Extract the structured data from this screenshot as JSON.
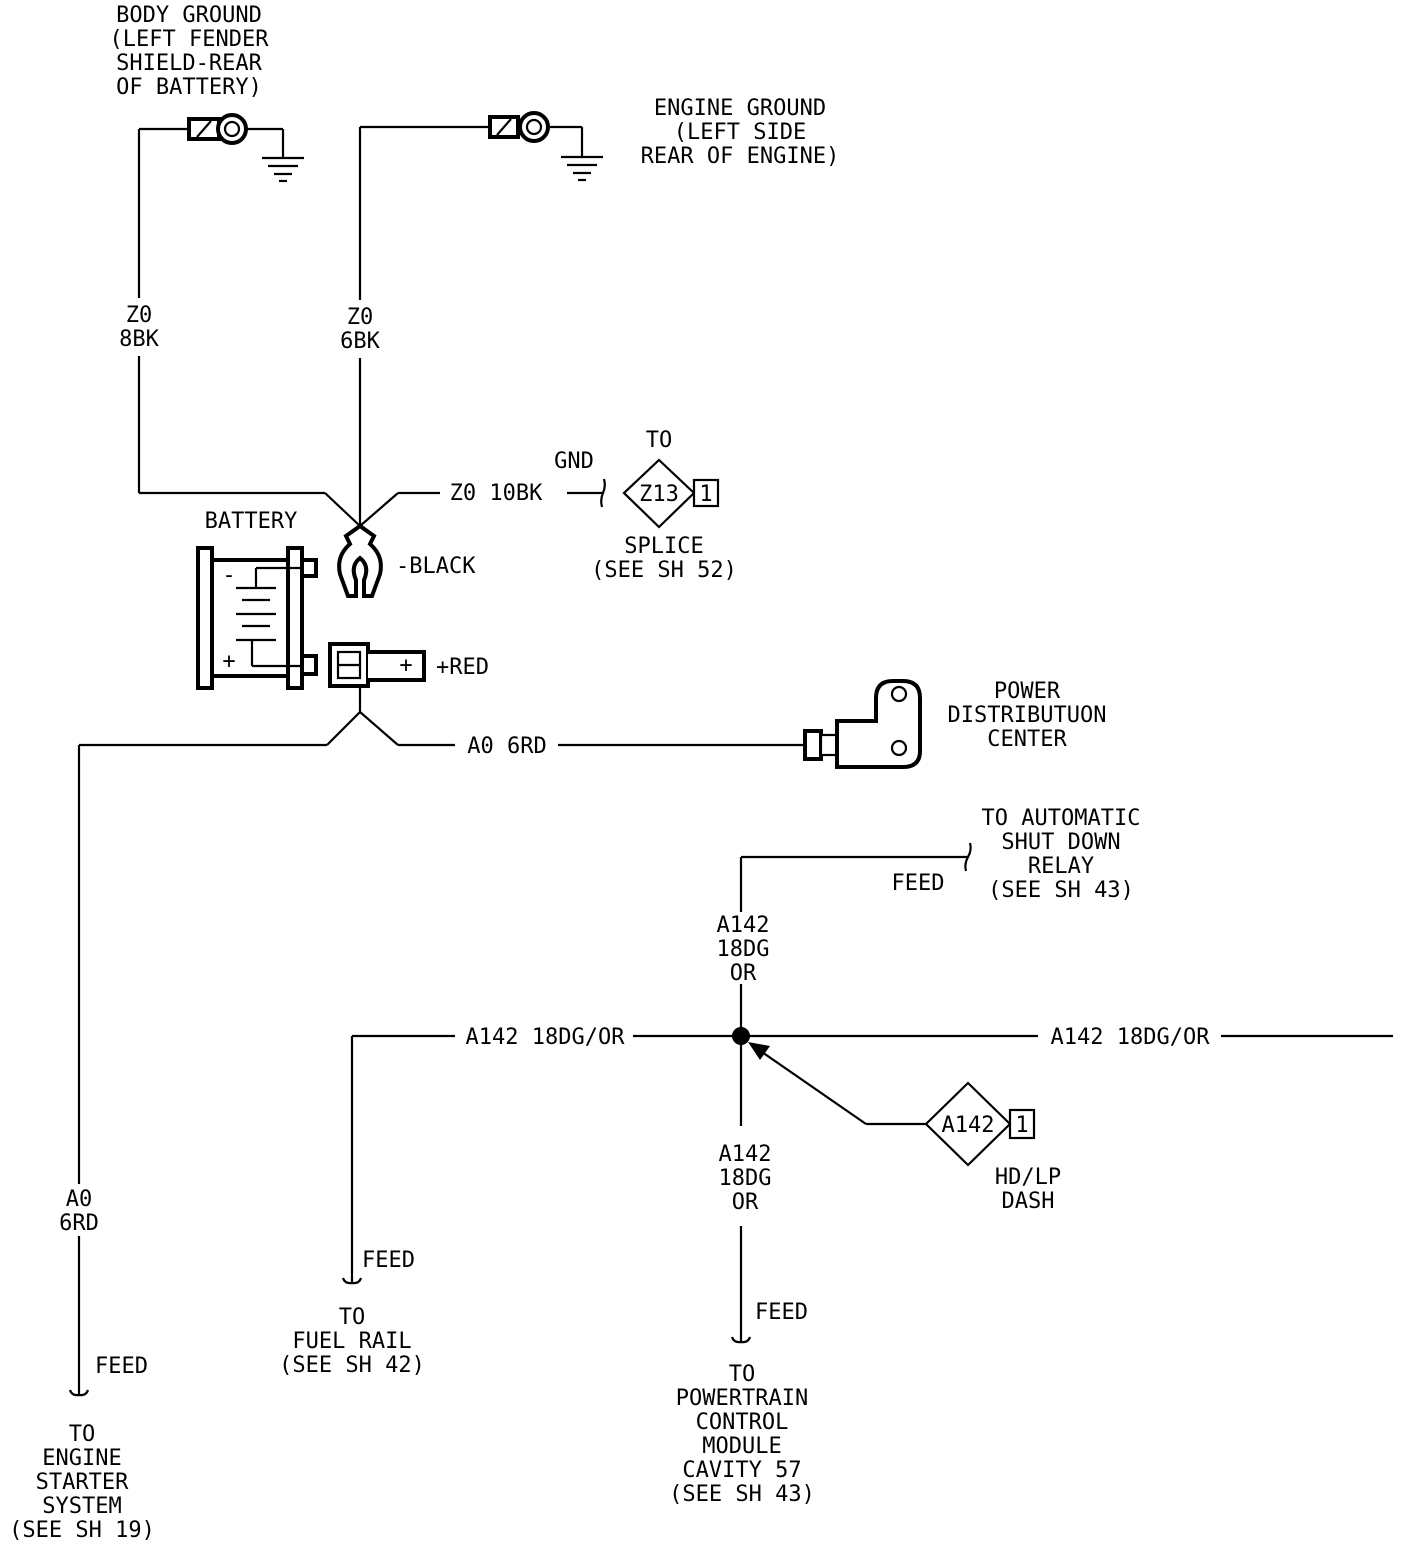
{
  "body_ground": {
    "line1": "BODY GROUND",
    "line2": "(LEFT FENDER",
    "line3": "SHIELD-REAR",
    "line4": "OF BATTERY)"
  },
  "engine_ground": {
    "line1": "ENGINE GROUND",
    "line2": "(LEFT SIDE",
    "line3": "REAR OF ENGINE)"
  },
  "wire_z0_8bk": {
    "code": "Z0",
    "gauge": "8BK"
  },
  "wire_z0_6bk": {
    "code": "Z0",
    "gauge": "6BK"
  },
  "wire_z0_10bk": "Z0 10BK",
  "gnd_label": "GND",
  "to_label": "TO",
  "splice": {
    "id": "Z13",
    "pin": "1",
    "line1": "SPLICE",
    "line2": "(SEE SH 52)"
  },
  "battery": {
    "label": "BATTERY",
    "neg_sign": "-",
    "pos_sign": "+",
    "neg_terminal": "-BLACK",
    "pos_terminal": "+RED",
    "cable_plus": "+"
  },
  "wire_a0_6rd": "A0 6RD",
  "pdc": {
    "line1": "POWER",
    "line2": "DISTRIBUTUON",
    "line3": "CENTER"
  },
  "asd_relay": {
    "line1": "TO AUTOMATIC",
    "line2": "SHUT DOWN",
    "line3": "RELAY",
    "line4": "(SEE SH 43)"
  },
  "feed": "FEED",
  "a142_top": {
    "code": "A142",
    "gauge": "18DG",
    "color": "OR"
  },
  "a142_left": "A142 18DG/OR",
  "a142_right": "A142 18DG/OR",
  "a142_bottom": {
    "code": "A142",
    "gauge": "18DG",
    "color": "OR"
  },
  "hd_lp": {
    "id": "A142",
    "pin": "1",
    "line1": "HD/LP",
    "line2": "DASH"
  },
  "wire_a0_6rd_vert": {
    "code": "A0",
    "gauge": "6RD"
  },
  "fuel_rail": {
    "line1": "TO",
    "line2": "FUEL RAIL",
    "line3": "(SEE SH 42)"
  },
  "pcm": {
    "line1": "TO",
    "line2": "POWERTRAIN",
    "line3": "CONTROL",
    "line4": "MODULE",
    "line5": "CAVITY 57",
    "line6": "(SEE SH 43)"
  },
  "starter": {
    "line1": "TO",
    "line2": "ENGINE",
    "line3": "STARTER",
    "line4": "SYSTEM",
    "line5": "(SEE SH 19)"
  }
}
